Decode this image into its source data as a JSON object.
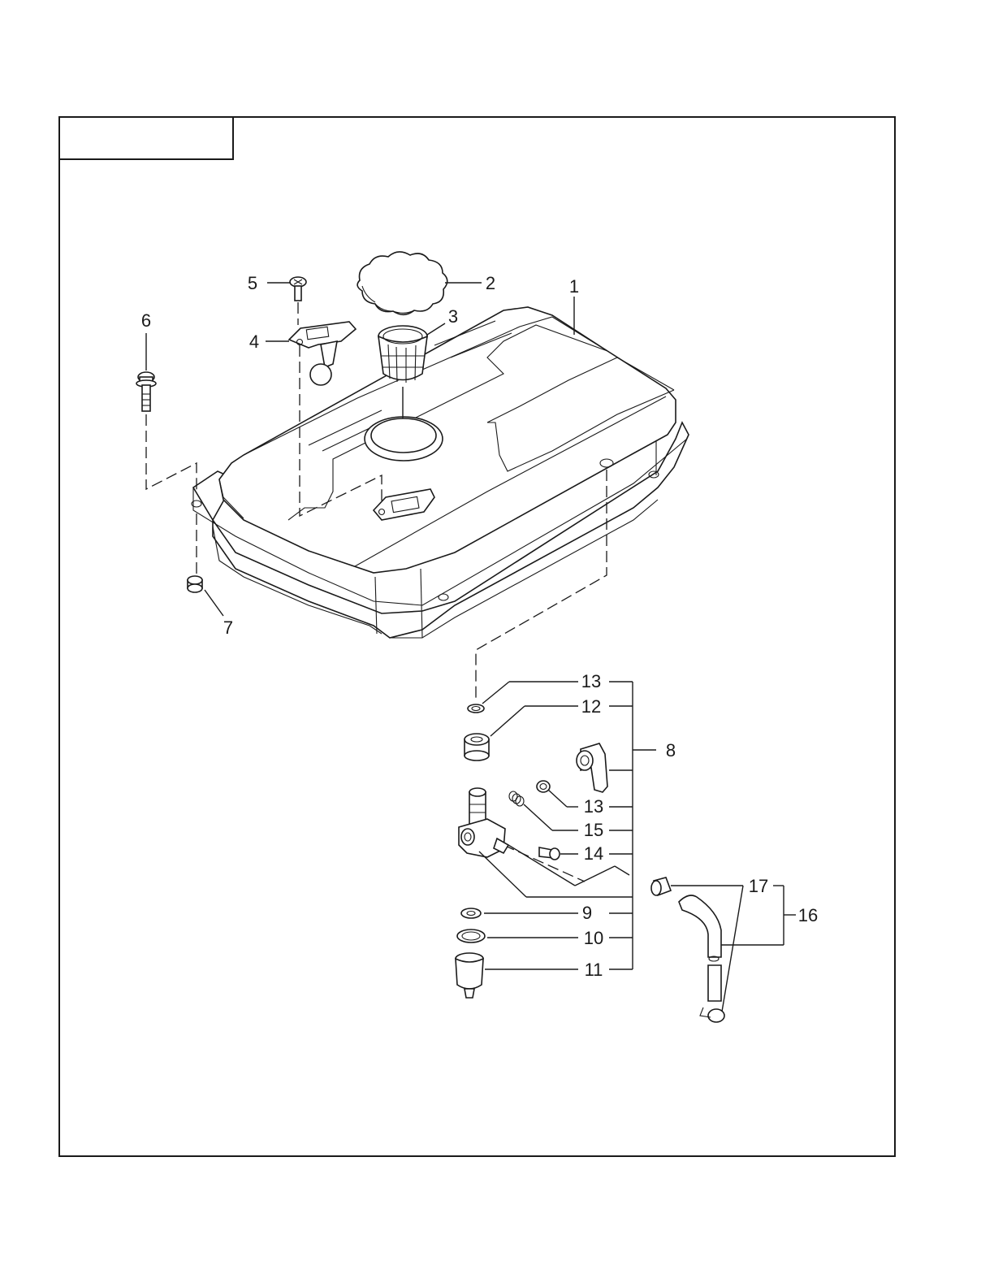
{
  "title_box": {
    "text": ""
  },
  "callouts": {
    "c1": "1",
    "c2": "2",
    "c3": "3",
    "c4": "4",
    "c5": "5",
    "c6": "6",
    "c7": "7",
    "c8": "8",
    "c9": "9",
    "c10": "10",
    "c11": "11",
    "c12": "12",
    "c13a": "13",
    "c13b": "13",
    "c14": "14",
    "c15": "15",
    "c16": "16",
    "c17": "17"
  },
  "colors": {
    "line": "#1a1a1a",
    "background": "#ffffff"
  }
}
